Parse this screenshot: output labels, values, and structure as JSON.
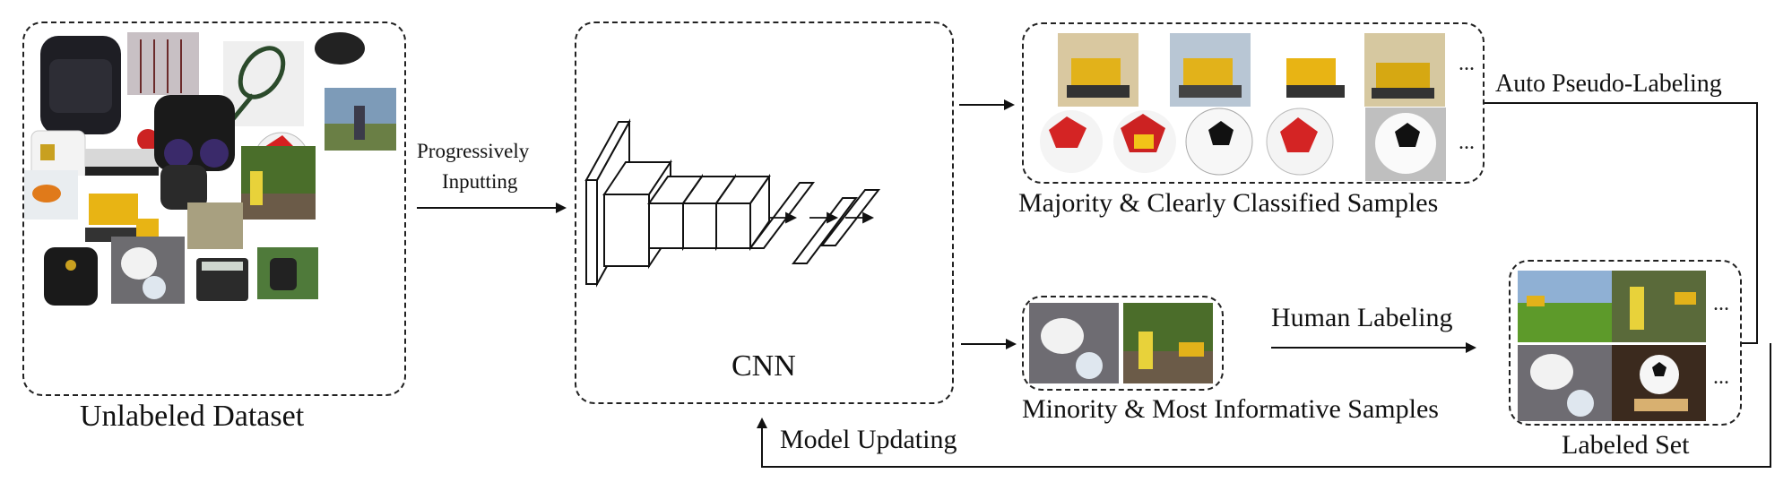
{
  "labels": {
    "unlabeled_dataset": "Unlabeled Dataset",
    "progressively_line1": "Progressively",
    "progressively_line2": "Inputting",
    "cnn": "CNN",
    "majority_samples": "Majority & Clearly Classified Samples",
    "minority_samples": "Minority & Most Informative Samples",
    "human_labeling": "Human Labeling",
    "auto_pseudo_labeling": "Auto Pseudo-Labeling",
    "labeled_set": "Labeled Set",
    "model_updating": "Model Updating",
    "ellipsis": "..."
  },
  "colors": {
    "line": "#111111",
    "box_border": "#222222"
  }
}
